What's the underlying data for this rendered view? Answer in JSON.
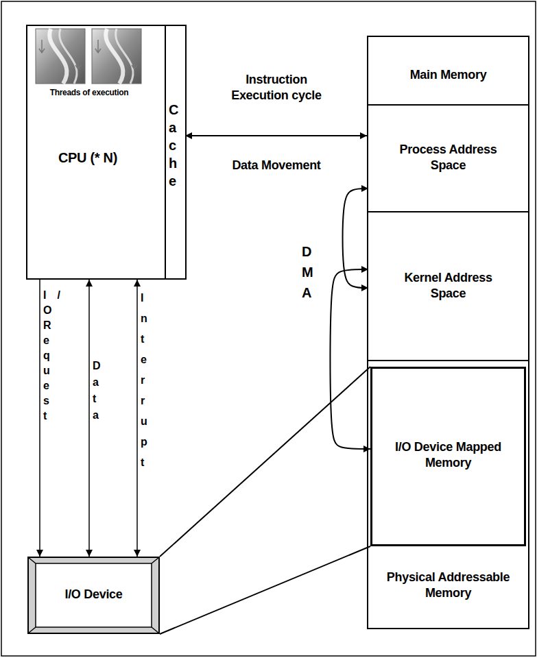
{
  "diagram": {
    "nodes": [
      {
        "text": [
          "Threads of execution",
          "CPU (* N)"
        ]
      },
      {
        "text": [
          "Cache"
        ],
        "in": 0
      },
      {
        "text": [
          "Main Memory",
          "Physical Addressable Memory"
        ]
      },
      {
        "text": [
          "Process Address Space"
        ],
        "in": 2
      },
      {
        "text": [
          "Kernel Address Space"
        ],
        "in": 2
      },
      {
        "text": [
          "I/O Device Mapped Memory"
        ],
        "in": 2
      },
      {
        "text": [
          "I/O Device"
        ]
      }
    ],
    "edges": [
      {
        "from": 1,
        "to": 2,
        "label": "Instruction Execution cycle",
        "arrow": "both"
      },
      {
        "from": 3,
        "to": 4,
        "arrow": "both"
      },
      {
        "from": 4,
        "to": 5,
        "arrow": "both"
      },
      {
        "from": 0,
        "to": 6,
        "label": "I/O Request",
        "arrow": "to"
      },
      {
        "from": 0,
        "to": 6,
        "label": "Data",
        "arrow": "both"
      },
      {
        "from": 0,
        "to": 6,
        "label": "Interrupt",
        "arrow": "both"
      },
      {
        "from": 6,
        "to": 5,
        "arrow": "none"
      },
      {
        "from": 6,
        "to": 5,
        "arrow": "none"
      }
    ],
    "labels": [
      "Data Movement",
      "DMA"
    ]
  }
}
